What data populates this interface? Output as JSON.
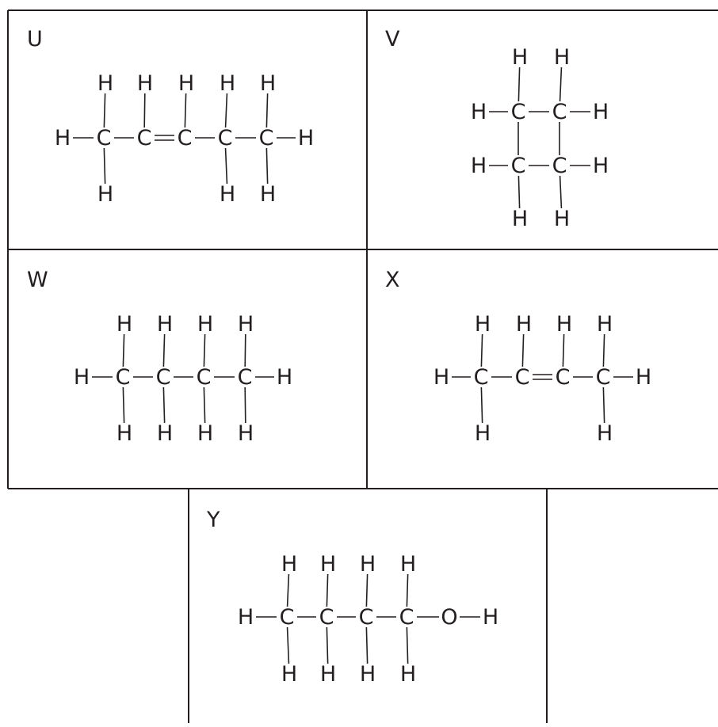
{
  "structures": [
    {
      "label": "U",
      "rows": [
        "H   H   H   H   H",
        "H—C—C=C—C—C—H",
        "H           H   H"
      ],
      "atoms": [
        {
          "id": "h1",
          "el": "H"
        },
        {
          "id": "h2",
          "el": "H"
        },
        {
          "id": "h3",
          "el": "H"
        },
        {
          "id": "h4",
          "el": "H"
        },
        {
          "id": "h5",
          "el": "H"
        },
        {
          "id": "hl",
          "el": "H"
        },
        {
          "id": "c1",
          "el": "C"
        },
        {
          "id": "c2",
          "el": "C"
        },
        {
          "id": "c3",
          "el": "C"
        },
        {
          "id": "c4",
          "el": "C"
        },
        {
          "id": "c5",
          "el": "C"
        },
        {
          "id": "hr",
          "el": "H"
        },
        {
          "id": "b1",
          "el": "H"
        },
        {
          "id": "b4",
          "el": "H"
        },
        {
          "id": "b5",
          "el": "H"
        }
      ],
      "bonds": [
        [
          "hl",
          "c1",
          1
        ],
        [
          "c1",
          "c2",
          1
        ],
        [
          "c2",
          "c3",
          2
        ],
        [
          "c3",
          "c4",
          1
        ],
        [
          "c4",
          "c5",
          1
        ],
        [
          "c5",
          "hr",
          1
        ],
        [
          "h1",
          "c1",
          1
        ],
        [
          "h2",
          "c2",
          1
        ],
        [
          "h3",
          "c3",
          1
        ],
        [
          "h4",
          "c4",
          1
        ],
        [
          "h5",
          "c5",
          1
        ],
        [
          "c1",
          "b1",
          1
        ],
        [
          "c4",
          "b4",
          1
        ],
        [
          "c5",
          "b5",
          1
        ]
      ]
    },
    {
      "label": "V",
      "atoms": [
        {
          "id": "t1",
          "el": "H"
        },
        {
          "id": "t2",
          "el": "H"
        },
        {
          "id": "hl1",
          "el": "H"
        },
        {
          "id": "c1",
          "el": "C"
        },
        {
          "id": "c2",
          "el": "C"
        },
        {
          "id": "hr1",
          "el": "H"
        },
        {
          "id": "hl2",
          "el": "H"
        },
        {
          "id": "c3",
          "el": "C"
        },
        {
          "id": "c4",
          "el": "C"
        },
        {
          "id": "hr2",
          "el": "H"
        },
        {
          "id": "b1",
          "el": "H"
        },
        {
          "id": "b2",
          "el": "H"
        }
      ],
      "bonds": [
        [
          "t1",
          "c1",
          1
        ],
        [
          "t2",
          "c2",
          1
        ],
        [
          "hl1",
          "c1",
          1
        ],
        [
          "c1",
          "c2",
          1
        ],
        [
          "c2",
          "hr1",
          1
        ],
        [
          "c1",
          "c3",
          1
        ],
        [
          "c2",
          "c4",
          1
        ],
        [
          "hl2",
          "c3",
          1
        ],
        [
          "c3",
          "c4",
          1
        ],
        [
          "c4",
          "hr2",
          1
        ],
        [
          "c3",
          "b1",
          1
        ],
        [
          "c4",
          "b2",
          1
        ]
      ]
    },
    {
      "label": "W",
      "atoms": [
        {
          "id": "h1",
          "el": "H"
        },
        {
          "id": "h2",
          "el": "H"
        },
        {
          "id": "h3",
          "el": "H"
        },
        {
          "id": "h4",
          "el": "H"
        },
        {
          "id": "hl",
          "el": "H"
        },
        {
          "id": "c1",
          "el": "C"
        },
        {
          "id": "c2",
          "el": "C"
        },
        {
          "id": "c3",
          "el": "C"
        },
        {
          "id": "c4",
          "el": "C"
        },
        {
          "id": "hr",
          "el": "H"
        },
        {
          "id": "b1",
          "el": "H"
        },
        {
          "id": "b2",
          "el": "H"
        },
        {
          "id": "b3",
          "el": "H"
        },
        {
          "id": "b4",
          "el": "H"
        }
      ],
      "bonds": [
        [
          "hl",
          "c1",
          1
        ],
        [
          "c1",
          "c2",
          1
        ],
        [
          "c2",
          "c3",
          1
        ],
        [
          "c3",
          "c4",
          1
        ],
        [
          "c4",
          "hr",
          1
        ],
        [
          "h1",
          "c1",
          1
        ],
        [
          "h2",
          "c2",
          1
        ],
        [
          "h3",
          "c3",
          1
        ],
        [
          "h4",
          "c4",
          1
        ],
        [
          "c1",
          "b1",
          1
        ],
        [
          "c2",
          "b2",
          1
        ],
        [
          "c3",
          "b3",
          1
        ],
        [
          "c4",
          "b4",
          1
        ]
      ]
    },
    {
      "label": "X",
      "atoms": [
        {
          "id": "h1",
          "el": "H"
        },
        {
          "id": "h2",
          "el": "H"
        },
        {
          "id": "h3",
          "el": "H"
        },
        {
          "id": "h4",
          "el": "H"
        },
        {
          "id": "hl",
          "el": "H"
        },
        {
          "id": "c1",
          "el": "C"
        },
        {
          "id": "c2",
          "el": "C"
        },
        {
          "id": "c3",
          "el": "C"
        },
        {
          "id": "c4",
          "el": "C"
        },
        {
          "id": "hr",
          "el": "H"
        },
        {
          "id": "b1",
          "el": "H"
        },
        {
          "id": "b4",
          "el": "H"
        }
      ],
      "bonds": [
        [
          "hl",
          "c1",
          1
        ],
        [
          "c1",
          "c2",
          1
        ],
        [
          "c2",
          "c3",
          2
        ],
        [
          "c3",
          "c4",
          1
        ],
        [
          "c4",
          "hr",
          1
        ],
        [
          "h1",
          "c1",
          1
        ],
        [
          "h2",
          "c2",
          1
        ],
        [
          "h3",
          "c3",
          1
        ],
        [
          "h4",
          "c4",
          1
        ],
        [
          "c1",
          "b1",
          1
        ],
        [
          "c4",
          "b4",
          1
        ]
      ]
    },
    {
      "label": "Y",
      "atoms": [
        {
          "id": "h1",
          "el": "H"
        },
        {
          "id": "h2",
          "el": "H"
        },
        {
          "id": "h3",
          "el": "H"
        },
        {
          "id": "h4",
          "el": "H"
        },
        {
          "id": "hl",
          "el": "H"
        },
        {
          "id": "c1",
          "el": "C"
        },
        {
          "id": "c2",
          "el": "C"
        },
        {
          "id": "c3",
          "el": "C"
        },
        {
          "id": "c4",
          "el": "C"
        },
        {
          "id": "o",
          "el": "O"
        },
        {
          "id": "ho",
          "el": "H"
        },
        {
          "id": "b1",
          "el": "H"
        },
        {
          "id": "b2",
          "el": "H"
        },
        {
          "id": "b3",
          "el": "H"
        },
        {
          "id": "b4",
          "el": "H"
        }
      ],
      "bonds": [
        [
          "hl",
          "c1",
          1
        ],
        [
          "c1",
          "c2",
          1
        ],
        [
          "c2",
          "c3",
          1
        ],
        [
          "c3",
          "c4",
          1
        ],
        [
          "c4",
          "o",
          1
        ],
        [
          "o",
          "ho",
          1
        ],
        [
          "h1",
          "c1",
          1
        ],
        [
          "h2",
          "c2",
          1
        ],
        [
          "h3",
          "c3",
          1
        ],
        [
          "h4",
          "c4",
          1
        ],
        [
          "c1",
          "b1",
          1
        ],
        [
          "c2",
          "b2",
          1
        ],
        [
          "c3",
          "b3",
          1
        ],
        [
          "c4",
          "b4",
          1
        ]
      ]
    }
  ]
}
